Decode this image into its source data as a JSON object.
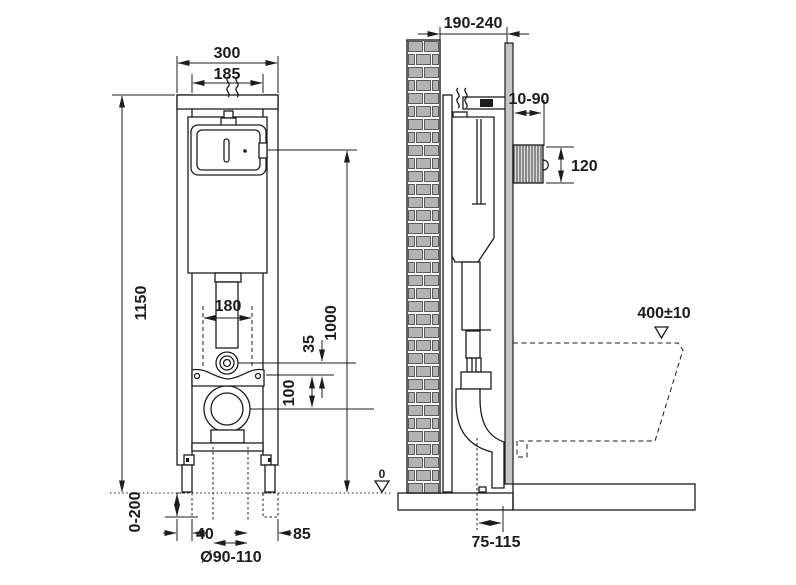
{
  "colors": {
    "line": "#1c1c1c",
    "brick_fill": "#b3b3b3",
    "wall_panel": "#c5c5c5",
    "flush_plate": "#dadada",
    "background": "#ffffff"
  },
  "front_view": {
    "frame_width": "300",
    "inner_width": "185",
    "frame_height": "1150",
    "actuator_height": "1000",
    "bracket_width": "180",
    "elbow_offset": "35",
    "outlet_drop": "100",
    "leg_adjustment": "0-200",
    "profile_width": "40",
    "outlet_side_offset": "85",
    "outlet_diameter": "Ø90-110",
    "floor_level": "0"
  },
  "side_view": {
    "installation_depth": "190-240",
    "plate_clearance": "10-90",
    "plate_height": "120",
    "bowl_height": "400±10",
    "outlet_wall_distance": "75-115"
  }
}
